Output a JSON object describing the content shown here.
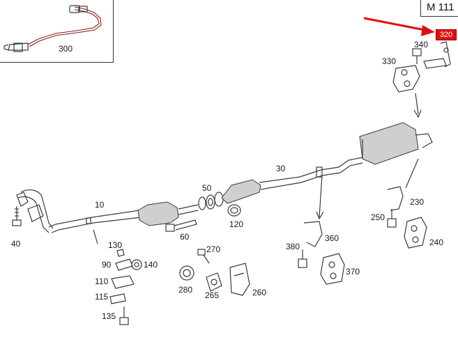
{
  "diagram": {
    "model_code": "M 111",
    "highlighted_part": "320",
    "accent_color": "#e01010",
    "parts": {
      "p10": "10",
      "p30": "30",
      "p40": "40",
      "p50": "50",
      "p60": "60",
      "p90": "90",
      "p110": "110",
      "p115": "115",
      "p120": "120",
      "p130": "130",
      "p135": "135",
      "p140": "140",
      "p230": "230",
      "p240": "240",
      "p250": "250",
      "p260": "260",
      "p265": "265",
      "p270": "270",
      "p280": "280",
      "p300": "300",
      "p330": "330",
      "p340": "340",
      "p360": "360",
      "p370": "370",
      "p380": "380"
    }
  }
}
